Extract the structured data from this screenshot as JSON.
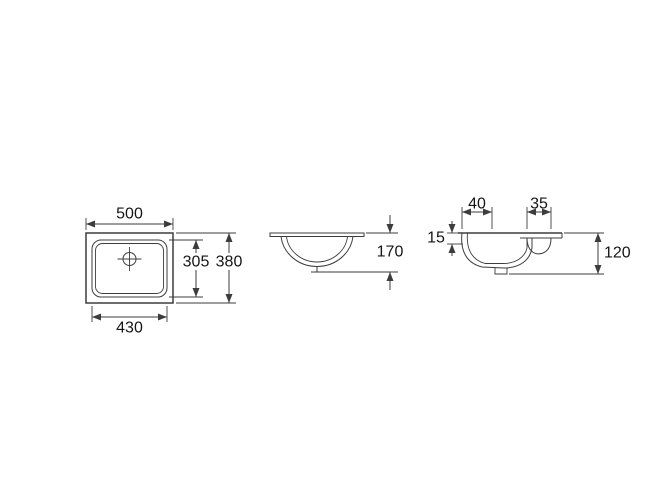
{
  "drawing": {
    "plan": {
      "width_top": "500",
      "width_bottom": "430",
      "depth_inner": "305",
      "depth_outer": "380"
    },
    "front": {
      "height": "170"
    },
    "section": {
      "offset_left": "40",
      "offset_right": "35",
      "rim_height": "15",
      "depth": "120"
    }
  },
  "symbols": {
    "tap_hole": "circle-crosshair"
  },
  "colors": {
    "line": "#3d3d3d",
    "text": "#151515",
    "background": "#ffffff"
  }
}
